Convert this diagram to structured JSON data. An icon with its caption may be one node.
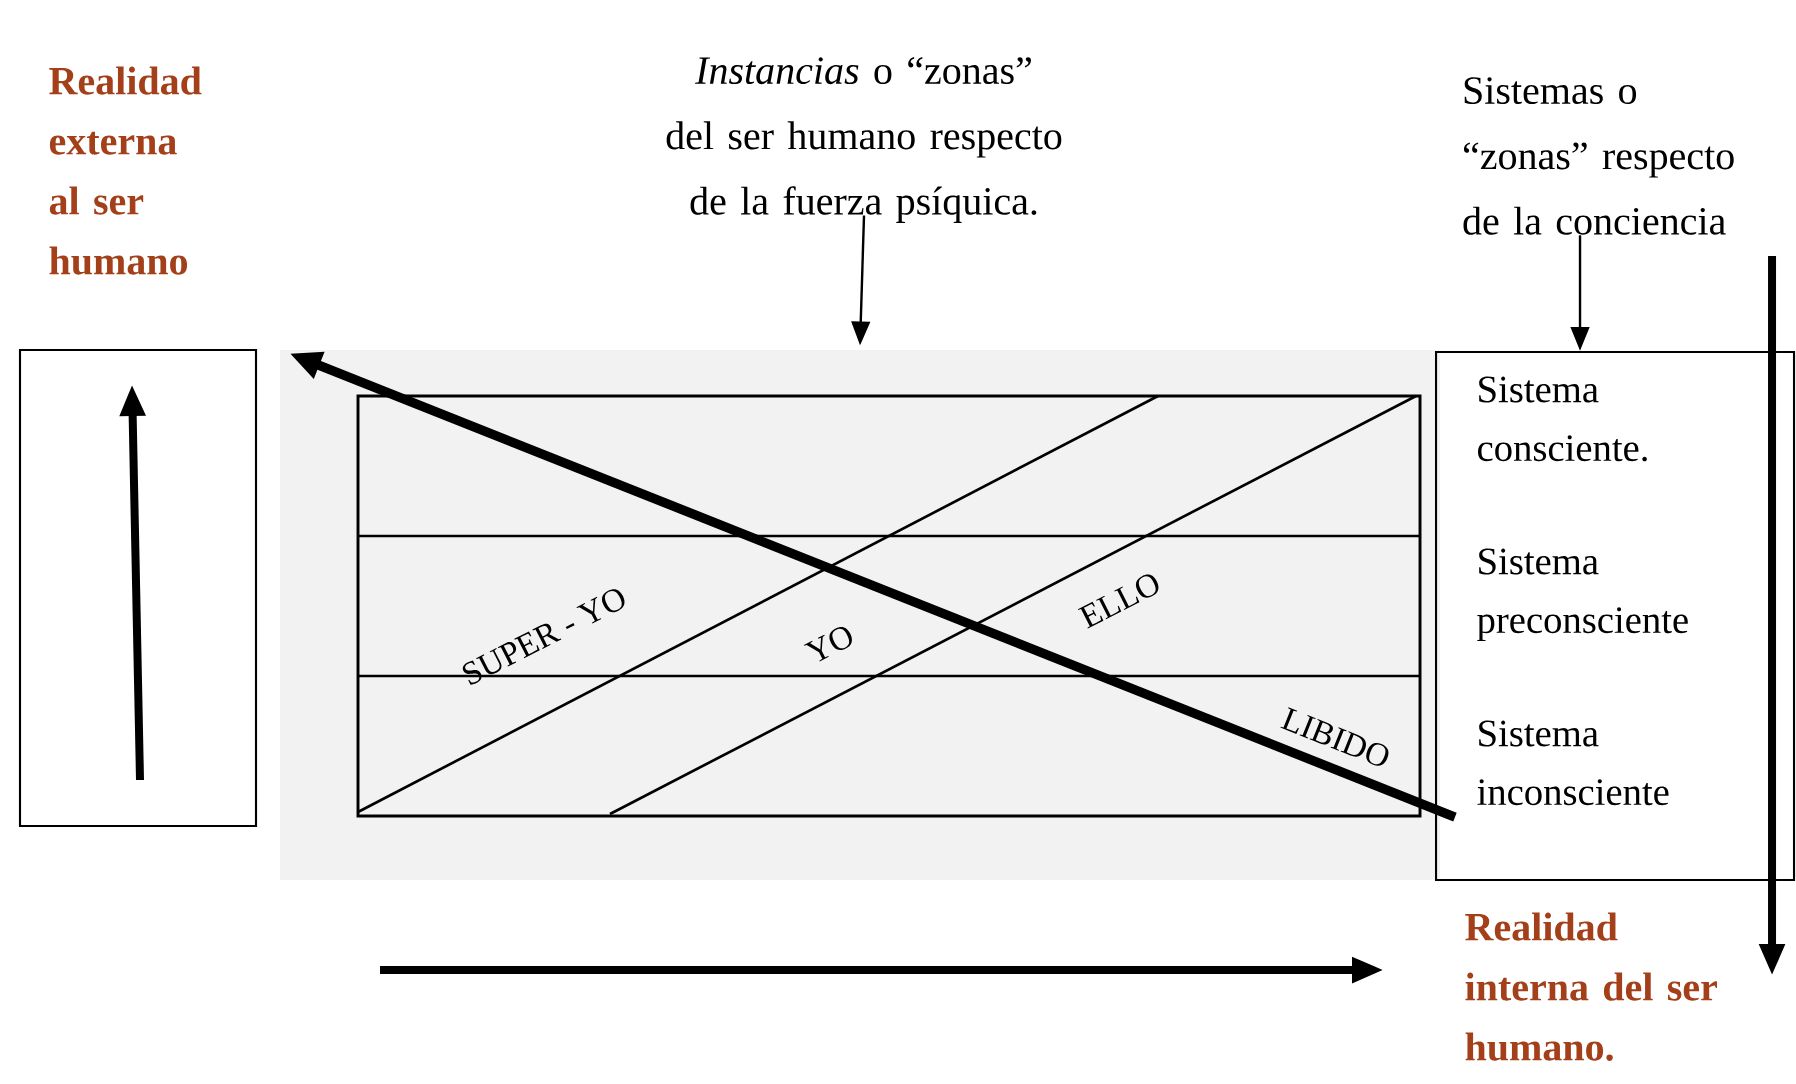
{
  "diagram": {
    "nodes": [
      {
        "text": [
          "*Instancias* o “zonas” del ser humano respecto de la fuerza psíquica."
        ]
      },
      {
        "text": [],
        "shape": "picture"
      },
      {
        "text": [
          "Sistemas o “zonas” respecto de la conciencia"
        ]
      },
      {
        "text": [
          "Sistema consciente.",
          "Sistema preconsciente",
          "Sistema inconsciente"
        ]
      },
      {
        "text": [],
        "shape": "box"
      }
    ],
    "edges": [
      {
        "from": 0,
        "to": 1,
        "arrow": "to"
      },
      {
        "from": 2,
        "to": 3,
        "arrow": "to"
      },
      {
        "from": 3,
        "to": 1,
        "arrow": "to",
        "label": "LIBIDO",
        "style": "thick"
      }
    ],
    "labels": [
      "Realidad externa al ser humano",
      "SUPER - YO",
      "YO",
      "ELLO",
      "Realidad interna del ser humano."
    ]
  }
}
